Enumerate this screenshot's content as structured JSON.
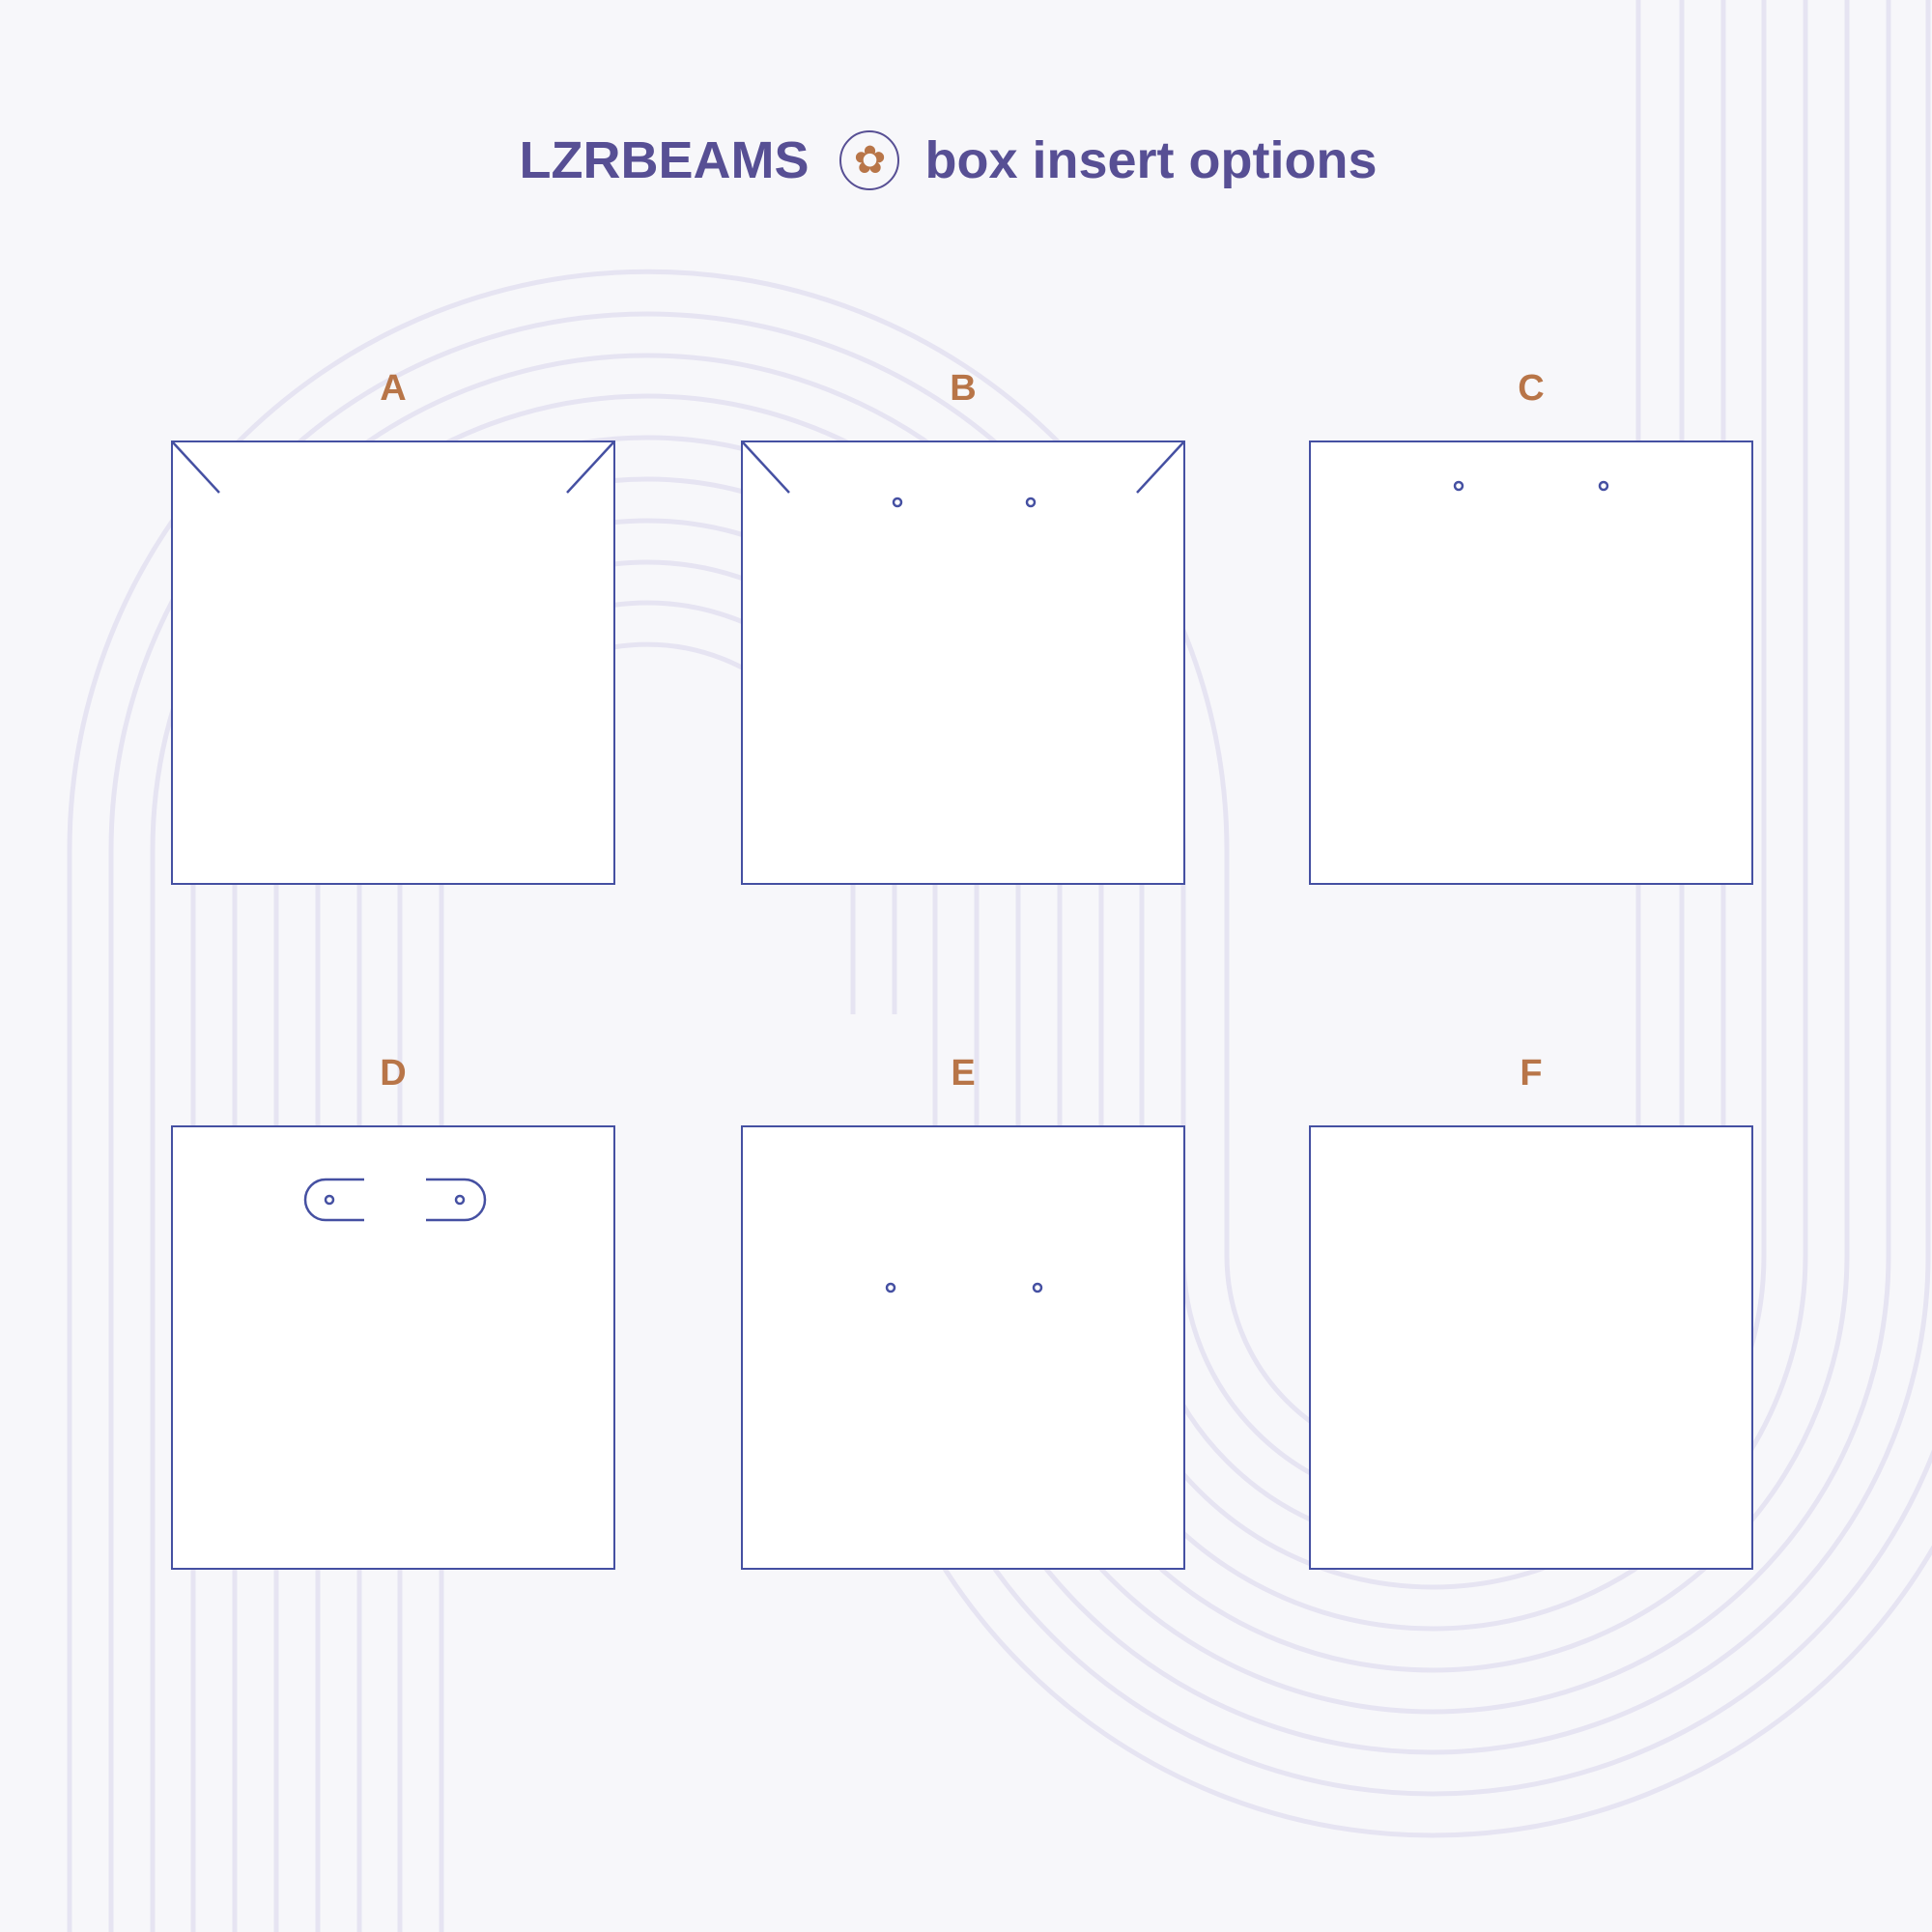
{
  "header": {
    "brand": "LZRBEAMS",
    "subtitle": "box insert options",
    "logo_icon": "flower-icon"
  },
  "colors": {
    "background": "#f7f7fa",
    "line": "#4550a2",
    "heading": "#574f94",
    "accent": "#b87548",
    "decor": "#e6e4f2"
  },
  "options": [
    {
      "label": "A",
      "features": [
        "corner-slits"
      ]
    },
    {
      "label": "B",
      "features": [
        "corner-slits",
        "two-holes-top"
      ]
    },
    {
      "label": "C",
      "features": [
        "two-holes-top"
      ]
    },
    {
      "label": "D",
      "features": [
        "hanger-tabs-with-holes"
      ]
    },
    {
      "label": "E",
      "features": [
        "two-holes-center"
      ]
    },
    {
      "label": "F",
      "features": []
    }
  ]
}
